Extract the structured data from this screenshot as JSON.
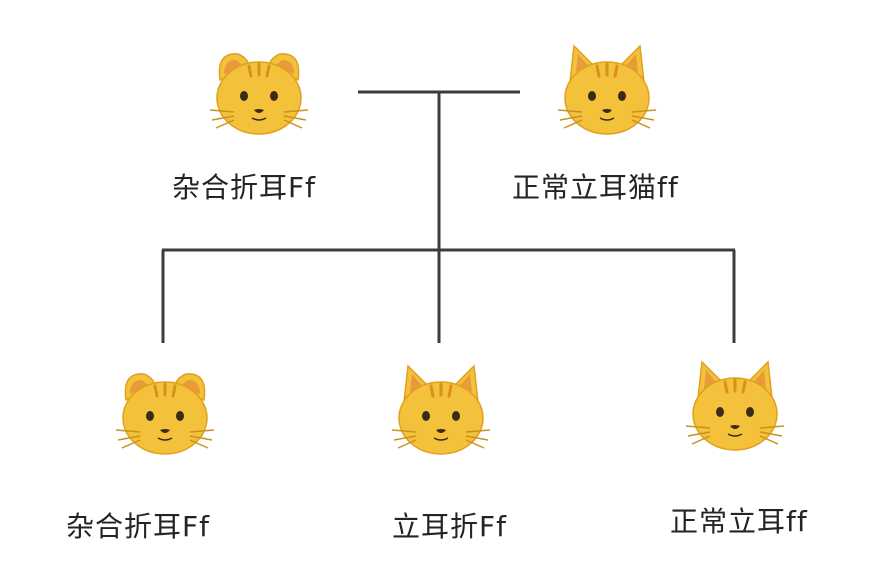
{
  "colors": {
    "line": "#3a3d40",
    "cat_fill": "#f3c13a",
    "cat_dark": "#e0a020",
    "ear_inner": "#e99a3a",
    "stripe": "#d9901f",
    "face_ink": "#3b2a1c",
    "whisker": "#c9921e"
  },
  "parents": [
    {
      "label": "杂合折耳Ff",
      "icon": "fold-ear-cat-icon"
    },
    {
      "label": "正常立耳猫ff",
      "icon": "straight-ear-cat-icon"
    }
  ],
  "children": [
    {
      "label": "杂合折耳Ff",
      "icon": "fold-ear-cat-icon"
    },
    {
      "label": "立耳折Ff",
      "icon": "straight-ear-cat-icon"
    },
    {
      "label": "正常立耳ff",
      "icon": "straight-ear-cat-icon"
    }
  ]
}
